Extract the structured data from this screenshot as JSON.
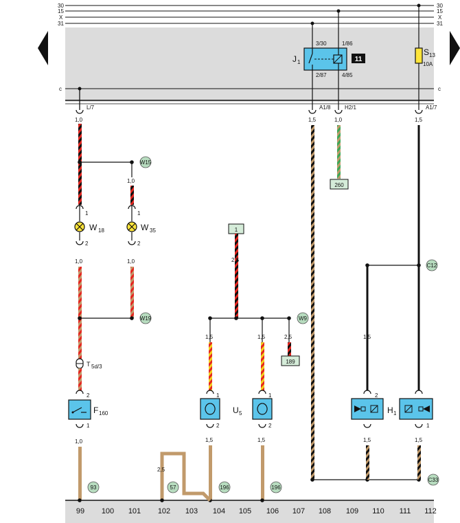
{
  "bus_labels": {
    "b30": "30",
    "b15": "15",
    "bX": "X",
    "b31": "31",
    "bc": "c"
  },
  "relay": {
    "name": "J",
    "sub": "1",
    "pin_3_30": "3/30",
    "pin_1_86": "1/86",
    "pin_2_87": "2/87",
    "pin_4_85": "4/85",
    "slot_badge": "11"
  },
  "fuse": {
    "name": "S",
    "sub": "13",
    "rating": "10A"
  },
  "connector_labels": {
    "l7": "L/7",
    "a1_8": "A1/8",
    "h2_1": "H2/1",
    "a1_7": "A1/7",
    "t5d3_main": "T",
    "t5d3_sub": "5d/3"
  },
  "wire_sizes": {
    "w99_top": "1,0",
    "w35_top": "1,0",
    "w99_mid": "1,0",
    "w35_mid": "1,0",
    "w108": "1,5",
    "w109": "1,0",
    "w112_top": "1,5",
    "u5_supply": "2,5",
    "u5_left": "1,5",
    "u5_right": "1,5",
    "to_189": "2,5",
    "h1_left_top": "1,5",
    "f160_bottom": "1,0",
    "u5_left_bottom": "1,5",
    "u5_right_bottom": "1,5",
    "loop_102": "2,5",
    "h1_left_bottom": "1,5",
    "h1_right_bottom": "1,5"
  },
  "pins": {
    "w18_1": "1",
    "w18_2": "2",
    "w35_1": "1",
    "w35_2": "2",
    "f160_2": "2",
    "f160_1": "1",
    "u5a_1": "1",
    "u5a_2": "2",
    "u5b_1": "1",
    "u5b_2": "2",
    "h1_2": "2",
    "h1_1": "1"
  },
  "components": {
    "w18": "W",
    "w18_sub": "18",
    "w35": "W",
    "w35_sub": "35",
    "f160": "F",
    "f160_sub": "160",
    "u5": "U",
    "u5_sub": "5",
    "h1": "H",
    "h1_sub": "1"
  },
  "ref_boxes": {
    "r1": "1",
    "r260": "260",
    "r189": "189"
  },
  "node_circles": {
    "W15": "W15",
    "W19": "W19",
    "W9": "W9",
    "C12": "C12",
    "C33": "C33",
    "g93": "93",
    "g57": "57",
    "g196a": "196",
    "g196b": "196"
  },
  "columns": [
    "99",
    "100",
    "101",
    "102",
    "103",
    "104",
    "105",
    "106",
    "107",
    "108",
    "109",
    "110",
    "111",
    "112"
  ],
  "colors": {
    "panel": "#dcdcdc",
    "component_blue": "#5bc4ea",
    "ref_green": "#d5ecd9",
    "node_green": "#b7dcbf",
    "lamp_yellow": "#ffe53b",
    "wire_red": "#e52620",
    "wire_tan": "#c19a6b",
    "wire_green": "#3ca858",
    "wire_yellow": "#f2d21e"
  }
}
